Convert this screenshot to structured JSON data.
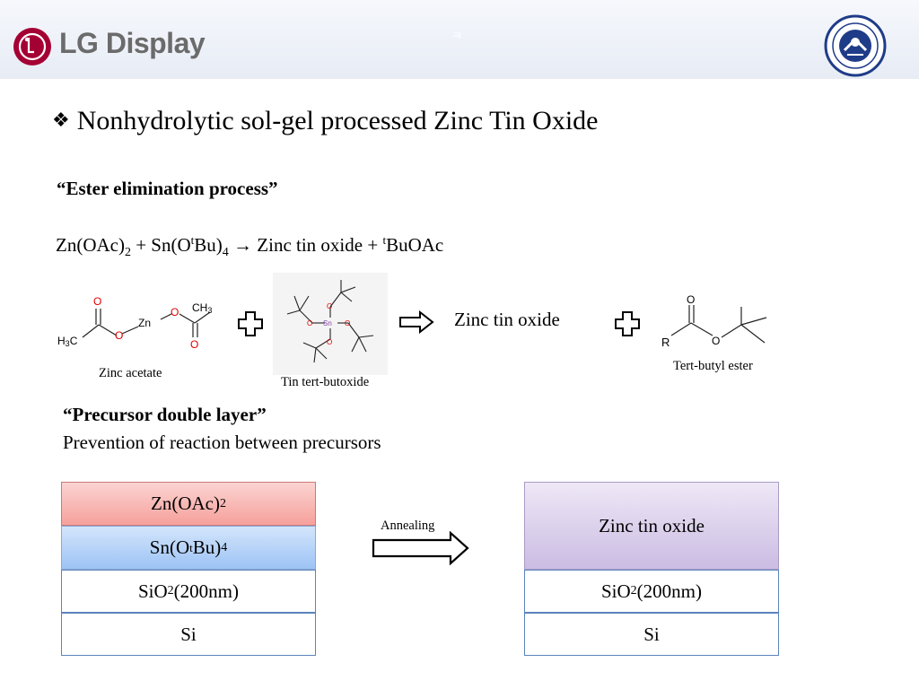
{
  "header": {
    "brand": "LG Display",
    "mark": "ㅋ",
    "brand_color": "#a50034"
  },
  "title": "Nonhydrolytic sol-gel processed Zinc Tin Oxide",
  "bullet_icon": "diamond-bullet-icon",
  "section1": {
    "heading": "“Ester elimination process”",
    "equation": {
      "r1": "Zn(OAc)",
      "r1_sub": "2",
      "plus1": " + Sn(O",
      "r2_sup": "t",
      "r2_rest": "Bu)",
      "r2_sub": "4",
      "arrow_text": " → Zinc tin oxide + ",
      "p2_sup": "t",
      "p2_rest": "BuOAc"
    },
    "reaction": {
      "reactant1_label": "Zinc acetate",
      "reactant2_label": "Tin tert-butoxide",
      "product1": "Zinc tin oxide",
      "product2_label": "Tert-butyl ester"
    }
  },
  "section2": {
    "heading": "“Precursor double layer”",
    "subheading": "Prevention of reaction between precursors"
  },
  "stack_before": {
    "layer1": {
      "base": "Zn(OAc)",
      "sub": "2"
    },
    "layer2": {
      "base": "Sn(O",
      "sup": "t",
      "rest": "Bu)",
      "sub": "4"
    },
    "layer3": {
      "base": "SiO",
      "sub": "2",
      "rest": " (200nm)"
    },
    "layer4": "Si"
  },
  "process": {
    "label": "Annealing"
  },
  "stack_after": {
    "layer1": "Zinc tin oxide",
    "layer3": {
      "base": "SiO",
      "sub": "2",
      "rest": " (200nm)"
    },
    "layer4": "Si"
  }
}
